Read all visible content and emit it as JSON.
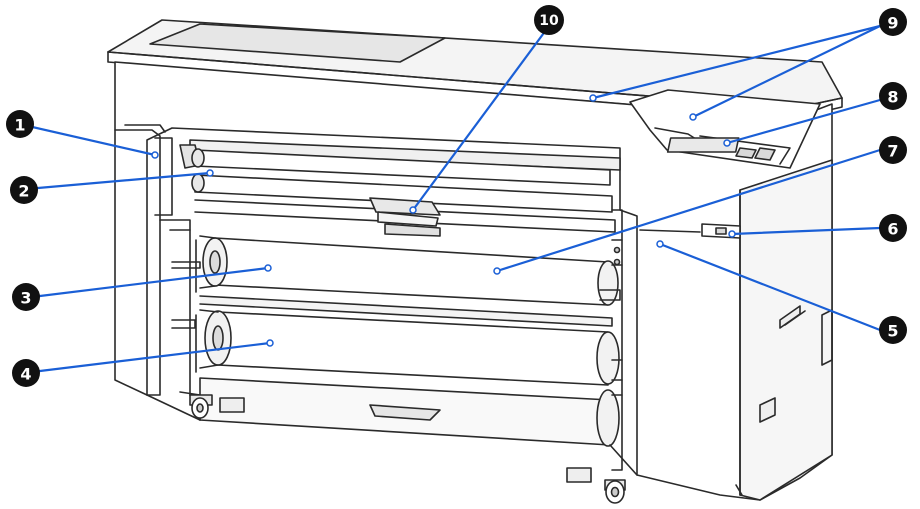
{
  "diagram": {
    "callouts": [
      {
        "id": "1",
        "label": "1"
      },
      {
        "id": "2",
        "label": "2"
      },
      {
        "id": "3",
        "label": "3"
      },
      {
        "id": "4",
        "label": "4"
      },
      {
        "id": "5",
        "label": "5"
      },
      {
        "id": "6",
        "label": "6"
      },
      {
        "id": "7",
        "label": "7"
      },
      {
        "id": "8",
        "label": "8"
      },
      {
        "id": "9",
        "label": "9"
      },
      {
        "id": "10",
        "label": "10"
      }
    ],
    "colors": {
      "line": "#2a2a2a",
      "leader": "#1a5fd6",
      "badge": "#111111",
      "badge_text": "#ffffff",
      "shade": "#e9e9e9"
    }
  }
}
